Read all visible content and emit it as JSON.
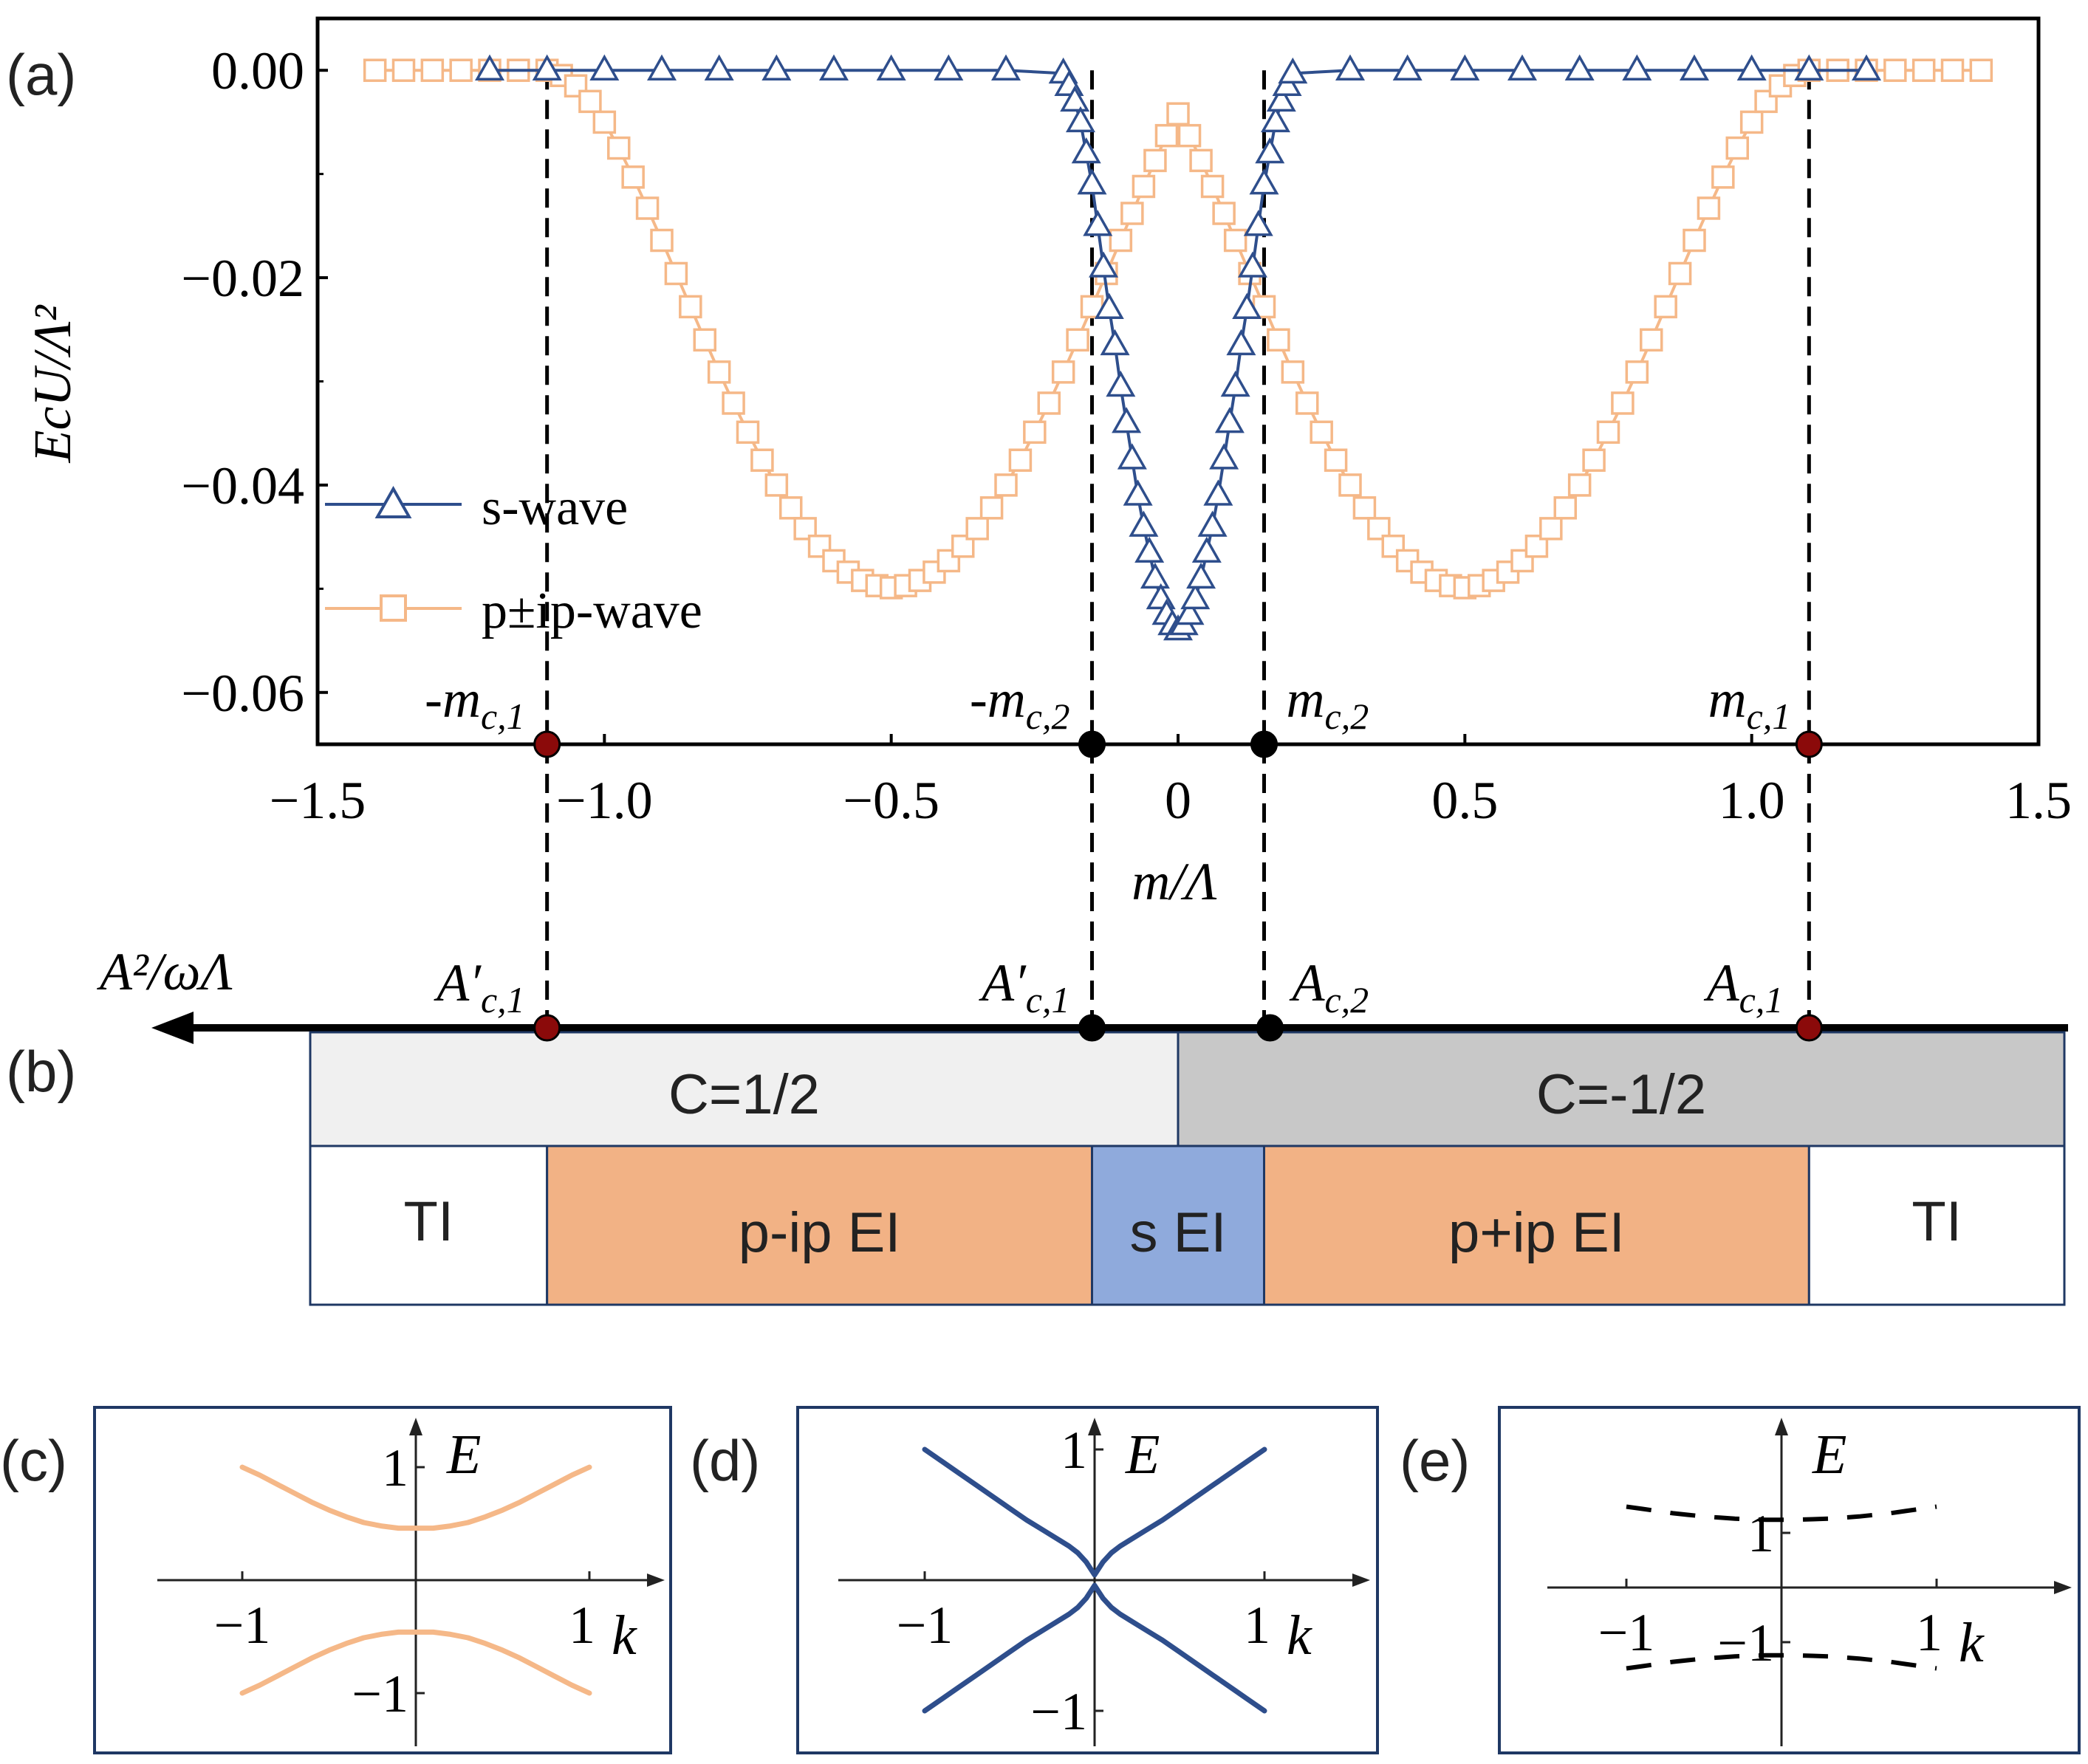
{
  "panel_labels": {
    "a": "(a)",
    "b": "(b)",
    "c": "(c)",
    "d": "(d)",
    "e": "(e)"
  },
  "chart_data": [
    {
      "panel": "a",
      "type": "line",
      "xlabel": "m/Λ",
      "ylabel": "EcU/Λ²",
      "xlim": [
        -1.5,
        1.5
      ],
      "ylim": [
        -0.065,
        0.005
      ],
      "x_ticks": [
        -1.5,
        -1.0,
        -0.5,
        0,
        0.5,
        1.0,
        1.5
      ],
      "x_tick_labels": [
        "−1.5",
        "−1.0",
        "−0.5",
        "0",
        "0.5",
        "1.0",
        "1.5"
      ],
      "y_ticks": [
        0.0,
        -0.02,
        -0.04,
        -0.06
      ],
      "y_tick_labels": [
        "0.00",
        "−0.02",
        "−0.04",
        "−0.06"
      ],
      "grid": false,
      "legend": "left",
      "series": [
        {
          "name": "s-wave",
          "color": "#2e4e8c",
          "marker": "triangle-open",
          "x": [
            -1.2,
            -1.1,
            -1.0,
            -0.9,
            -0.8,
            -0.7,
            -0.6,
            -0.5,
            -0.4,
            -0.3,
            -0.2,
            -0.19,
            -0.18,
            -0.17,
            -0.16,
            -0.15,
            -0.14,
            -0.13,
            -0.12,
            -0.11,
            -0.1,
            -0.09,
            -0.08,
            -0.07,
            -0.06,
            -0.05,
            -0.04,
            -0.03,
            -0.02,
            -0.01,
            0.0,
            0.01,
            0.02,
            0.03,
            0.04,
            0.05,
            0.06,
            0.07,
            0.08,
            0.09,
            0.1,
            0.11,
            0.12,
            0.13,
            0.14,
            0.15,
            0.16,
            0.17,
            0.18,
            0.19,
            0.2,
            0.3,
            0.4,
            0.5,
            0.6,
            0.7,
            0.8,
            0.9,
            1.0,
            1.1,
            1.2
          ],
          "y": [
            0.0,
            0.0,
            0.0,
            0.0,
            0.0,
            0.0,
            0.0,
            0.0,
            0.0,
            0.0,
            -0.0003,
            -0.0015,
            -0.003,
            -0.005,
            -0.008,
            -0.011,
            -0.015,
            -0.019,
            -0.023,
            -0.0265,
            -0.0305,
            -0.034,
            -0.0375,
            -0.041,
            -0.044,
            -0.0465,
            -0.049,
            -0.051,
            -0.0525,
            -0.0535,
            -0.054,
            -0.0535,
            -0.0525,
            -0.051,
            -0.049,
            -0.0465,
            -0.044,
            -0.041,
            -0.0375,
            -0.034,
            -0.0305,
            -0.0265,
            -0.023,
            -0.019,
            -0.015,
            -0.011,
            -0.008,
            -0.005,
            -0.003,
            -0.0015,
            -0.0003,
            0.0,
            0.0,
            0.0,
            0.0,
            0.0,
            0.0,
            0.0,
            0.0,
            0.0,
            0.0
          ]
        },
        {
          "name": "p±ip-wave",
          "color": "#f5b888",
          "marker": "square-open",
          "x": [
            -1.4,
            -1.35,
            -1.3,
            -1.25,
            -1.2,
            -1.15,
            -1.1,
            -1.075,
            -1.05,
            -1.025,
            -1.0,
            -0.975,
            -0.95,
            -0.925,
            -0.9,
            -0.875,
            -0.85,
            -0.825,
            -0.8,
            -0.775,
            -0.75,
            -0.725,
            -0.7,
            -0.675,
            -0.65,
            -0.625,
            -0.6,
            -0.575,
            -0.55,
            -0.525,
            -0.5,
            -0.475,
            -0.45,
            -0.425,
            -0.4,
            -0.375,
            -0.35,
            -0.325,
            -0.3,
            -0.275,
            -0.25,
            -0.225,
            -0.2,
            -0.175,
            -0.15,
            -0.125,
            -0.1,
            -0.08,
            -0.06,
            -0.04,
            -0.02,
            0.0,
            0.02,
            0.04,
            0.06,
            0.08,
            0.1,
            0.125,
            0.15,
            0.175,
            0.2,
            0.225,
            0.25,
            0.275,
            0.3,
            0.325,
            0.35,
            0.375,
            0.4,
            0.425,
            0.45,
            0.475,
            0.5,
            0.525,
            0.55,
            0.575,
            0.6,
            0.625,
            0.65,
            0.675,
            0.7,
            0.725,
            0.75,
            0.775,
            0.8,
            0.825,
            0.85,
            0.875,
            0.9,
            0.925,
            0.95,
            0.975,
            1.0,
            1.025,
            1.05,
            1.075,
            1.1,
            1.15,
            1.2,
            1.25,
            1.3,
            1.35,
            1.4
          ],
          "y": [
            0.0,
            0.0,
            0.0,
            0.0,
            0.0,
            0.0,
            0.0,
            -0.0005,
            -0.0015,
            -0.003,
            -0.005,
            -0.0075,
            -0.0103,
            -0.0133,
            -0.0164,
            -0.0196,
            -0.0228,
            -0.026,
            -0.0291,
            -0.0321,
            -0.0349,
            -0.0376,
            -0.04,
            -0.0422,
            -0.0442,
            -0.0459,
            -0.0473,
            -0.0484,
            -0.0492,
            -0.0497,
            -0.0499,
            -0.0497,
            -0.0492,
            -0.0484,
            -0.0473,
            -0.0459,
            -0.0442,
            -0.0422,
            -0.04,
            -0.0376,
            -0.0349,
            -0.0321,
            -0.0291,
            -0.026,
            -0.0228,
            -0.0196,
            -0.0164,
            -0.0138,
            -0.0112,
            -0.0087,
            -0.0063,
            -0.0042,
            -0.0063,
            -0.0087,
            -0.0112,
            -0.0138,
            -0.0164,
            -0.0196,
            -0.0228,
            -0.026,
            -0.0291,
            -0.0321,
            -0.0349,
            -0.0376,
            -0.04,
            -0.0422,
            -0.0442,
            -0.0459,
            -0.0473,
            -0.0484,
            -0.0492,
            -0.0497,
            -0.0499,
            -0.0497,
            -0.0492,
            -0.0484,
            -0.0473,
            -0.0459,
            -0.0442,
            -0.0422,
            -0.04,
            -0.0376,
            -0.0349,
            -0.0321,
            -0.0291,
            -0.026,
            -0.0228,
            -0.0196,
            -0.0164,
            -0.0133,
            -0.0103,
            -0.0075,
            -0.005,
            -0.003,
            -0.0015,
            -0.0005,
            0.0,
            0.0,
            0.0,
            0.0,
            0.0,
            0.0,
            0.0
          ]
        }
      ],
      "critical_points": [
        {
          "label": "-m",
          "sub": "c,1",
          "x": -1.1,
          "color": "#8b0a0a"
        },
        {
          "label": "-m",
          "sub": "c,2",
          "x": -0.15,
          "color": "#000000"
        },
        {
          "label": "m",
          "sub": "c,2",
          "x": 0.15,
          "color": "#000000"
        },
        {
          "label": "m",
          "sub": "c,1",
          "x": 1.1,
          "color": "#8b0a0a"
        }
      ]
    },
    {
      "panel": "b",
      "type": "table",
      "axis_label": "A²/ωΛ",
      "points": [
        {
          "label": "A′",
          "sub": "c,1",
          "color": "#8b0a0a"
        },
        {
          "label": "A′",
          "sub": "c,1",
          "color": "#000000"
        },
        {
          "label": "A",
          "sub": "c,2",
          "color": "#000000"
        },
        {
          "label": "A",
          "sub": "c,1",
          "color": "#8b0a0a"
        }
      ],
      "chern_row": [
        {
          "label": "C=1/2",
          "color": "#f0f0f0"
        },
        {
          "label": "C=-1/2",
          "color": "#c8c8c8"
        }
      ],
      "phase_row": [
        {
          "label": "TI",
          "color": "#ffffff"
        },
        {
          "label": "p-ip EI",
          "color": "#f2b285"
        },
        {
          "label": "s EI",
          "color": "#8faadc"
        },
        {
          "label": "p+ip EI",
          "color": "#f2b285"
        },
        {
          "label": "TI",
          "color": "#ffffff"
        }
      ]
    },
    {
      "panel": "c",
      "type": "line",
      "xlabel": "k",
      "ylabel": "E",
      "x_tick_labels": [
        "−1",
        "1"
      ],
      "y_tick_labels": [
        "1",
        "−1"
      ],
      "color": "#f5b888",
      "style": "solid",
      "upper": {
        "k": [
          -1.0,
          -0.9,
          -0.8,
          -0.7,
          -0.6,
          -0.5,
          -0.4,
          -0.3,
          -0.2,
          -0.1,
          0.0,
          0.1,
          0.2,
          0.3,
          0.4,
          0.5,
          0.6,
          0.7,
          0.8,
          0.9,
          1.0
        ],
        "E": [
          1.0,
          0.93,
          0.85,
          0.77,
          0.69,
          0.62,
          0.56,
          0.51,
          0.48,
          0.46,
          0.46,
          0.46,
          0.48,
          0.51,
          0.56,
          0.62,
          0.69,
          0.77,
          0.85,
          0.93,
          1.0
        ]
      }
    },
    {
      "panel": "d",
      "type": "line",
      "xlabel": "k",
      "ylabel": "E",
      "x_tick_labels": [
        "−1",
        "1"
      ],
      "y_tick_labels": [
        "1",
        "−1"
      ],
      "color": "#2e4e8c",
      "style": "solid",
      "upper": {
        "k": [
          -1.0,
          -0.9,
          -0.8,
          -0.7,
          -0.6,
          -0.5,
          -0.4,
          -0.3,
          -0.2,
          -0.15,
          -0.1,
          -0.05,
          0.0,
          0.05,
          0.1,
          0.15,
          0.2,
          0.3,
          0.4,
          0.5,
          0.6,
          0.7,
          0.8,
          0.9,
          1.0
        ],
        "E": [
          1.0,
          0.91,
          0.82,
          0.73,
          0.64,
          0.55,
          0.46,
          0.38,
          0.3,
          0.26,
          0.21,
          0.14,
          0.04,
          0.14,
          0.21,
          0.26,
          0.3,
          0.38,
          0.46,
          0.55,
          0.64,
          0.73,
          0.82,
          0.91,
          1.0
        ]
      }
    },
    {
      "panel": "e",
      "type": "line",
      "xlabel": "k",
      "ylabel": "E",
      "x_tick_labels": [
        "−1",
        "1"
      ],
      "y_tick_labels": [
        "1",
        "−1"
      ],
      "color": "#000000",
      "style": "dashed",
      "upper": {
        "k": [
          -1.0,
          -0.9,
          -0.8,
          -0.7,
          -0.6,
          -0.5,
          -0.4,
          -0.3,
          -0.2,
          -0.1,
          0.0,
          0.1,
          0.2,
          0.3,
          0.4,
          0.5,
          0.6,
          0.7,
          0.8,
          0.9,
          1.0
        ],
        "E": [
          1.48,
          1.44,
          1.4,
          1.36,
          1.33,
          1.3,
          1.28,
          1.26,
          1.25,
          1.24,
          1.24,
          1.24,
          1.25,
          1.26,
          1.28,
          1.3,
          1.33,
          1.36,
          1.4,
          1.44,
          1.48
        ]
      }
    }
  ]
}
